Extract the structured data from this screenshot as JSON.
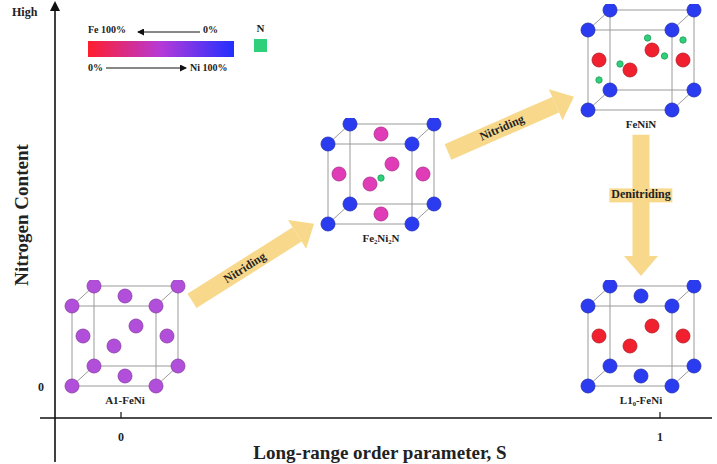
{
  "diagram": {
    "nodes": [
      {
        "text": [
          "A1-FeNi"
        ]
      },
      {
        "text": [
          "Fe₂Ni₂N"
        ]
      },
      {
        "text": [
          "FeNiN"
        ]
      },
      {
        "text": [
          "L1₀-FeNi"
        ]
      }
    ],
    "edges": [
      {
        "from": 0,
        "to": 1,
        "arrow": "to",
        "label": "Nitriding"
      },
      {
        "from": 1,
        "to": 2,
        "arrow": "to",
        "label": "Nitriding"
      },
      {
        "from": 2,
        "to": 3,
        "arrow": "to",
        "label": "Denitriding"
      }
    ],
    "labels": [
      "High",
      "Nitrogen Content",
      "0",
      "Fe 100%",
      "0%",
      "0%",
      "Ni 100%",
      "0",
      "1",
      "Long-range order parameter, S"
    ],
    "legend": [
      {
        "text": "N",
        "color": "#2fd07a"
      }
    ]
  }
}
